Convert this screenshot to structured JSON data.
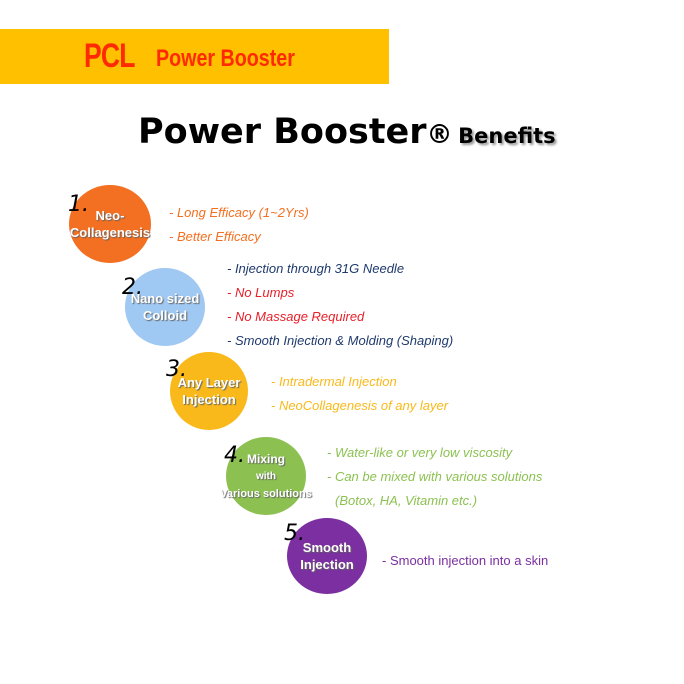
{
  "banner": {
    "brand": "PCL",
    "product": "Power Booster",
    "bg_color": "#ffc000",
    "text_color": "#ff2a00"
  },
  "title": {
    "main": "Power Booster",
    "reg": "®",
    "sub": "Benefits"
  },
  "benefits": [
    {
      "number": "1.",
      "label_lines": [
        "Neo-",
        "Collagenesis"
      ],
      "color": "#f36f21",
      "points": [
        {
          "text": "- Long Efficacy (1~2Yrs)",
          "color": "#f36f21"
        },
        {
          "text": "- Better Efficacy",
          "color": "#f36f21"
        }
      ]
    },
    {
      "number": "2.",
      "label_lines": [
        "Nano sized",
        "Colloid"
      ],
      "color": "#9fc8f2",
      "points": [
        {
          "text": "- Injection through 31G Needle",
          "color": "#1f3a6e"
        },
        {
          "text": "- No Lumps",
          "color": "#e8202a"
        },
        {
          "text": "- No Massage Required",
          "color": "#e8202a"
        },
        {
          "text": "- Smooth Injection & Molding (Shaping)",
          "color": "#1f3a6e"
        }
      ]
    },
    {
      "number": "3.",
      "label_lines": [
        "Any Layer",
        "Injection"
      ],
      "color": "#f9b91a",
      "points": [
        {
          "text": "- Intradermal Injection",
          "color": "#f9b91a"
        },
        {
          "text": "- NeoCollagenesis of any layer",
          "color": "#f9b91a"
        }
      ]
    },
    {
      "number": "4.",
      "label_lines": [
        "Mixing",
        "with",
        "Various solutions"
      ],
      "color": "#8cc152",
      "points": [
        {
          "text": "- Water-like or very low viscosity",
          "color": "#8cc152"
        },
        {
          "text": "- Can be mixed with various solutions",
          "color": "#8cc152"
        },
        {
          "text": "(Botox, HA, Vitamin etc.)",
          "color": "#8cc152"
        }
      ]
    },
    {
      "number": "5.",
      "label_lines": [
        "Smooth",
        "Injection"
      ],
      "color": "#7b2fa0",
      "points": [
        {
          "text": "- Smooth injection into a skin",
          "color": "#7b2fa0"
        }
      ]
    }
  ]
}
